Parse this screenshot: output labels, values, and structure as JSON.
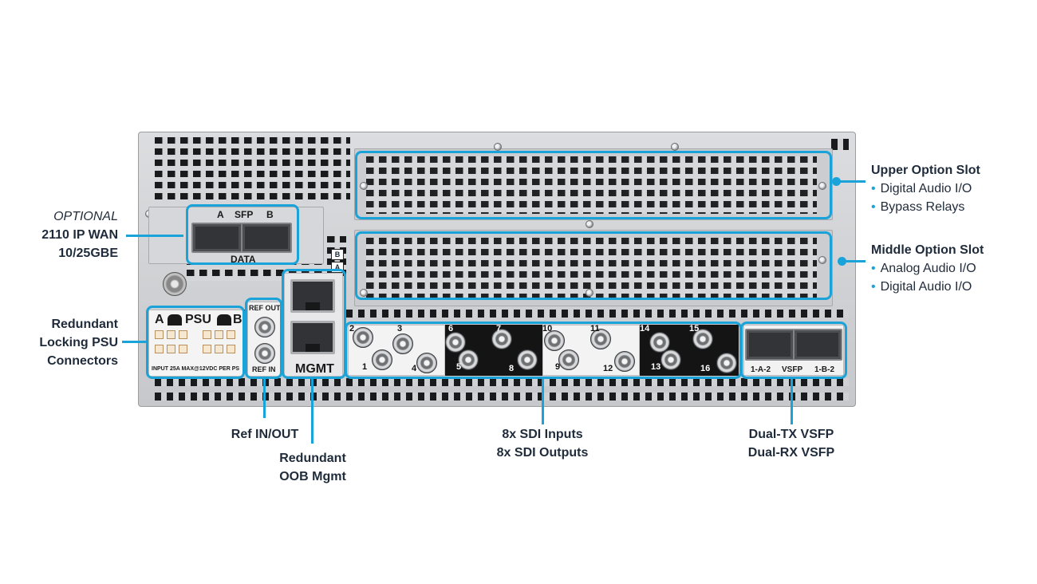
{
  "panel": {
    "sfp": {
      "a": "A",
      "title": "SFP",
      "b": "B",
      "footer": "DATA"
    },
    "psu": {
      "a": "A",
      "title": "PSU",
      "b": "B",
      "rating": "INPUT 25A MAX@12VDC PER PS"
    },
    "ref": {
      "out": "REF OUT",
      "in": "REF IN"
    },
    "mgmt": {
      "label": "MGMT",
      "b": "B",
      "a": "A"
    },
    "sdi_numbers": [
      "1",
      "2",
      "3",
      "4",
      "5",
      "6",
      "7",
      "8",
      "9",
      "10",
      "11",
      "12",
      "13",
      "14",
      "15",
      "16"
    ],
    "vsfp": {
      "left": "1-A-2",
      "title": "VSFP",
      "right": "1-B-2"
    }
  },
  "callouts": {
    "wan": {
      "optional": "OPTIONAL",
      "line1": "2110 IP WAN",
      "line2": "10/25GBE"
    },
    "psu": {
      "line1": "Redundant",
      "line2": "Locking PSU",
      "line3": "Connectors"
    },
    "ref": {
      "line1": "Ref IN/OUT"
    },
    "mgmt": {
      "line1": "Redundant",
      "line2": "OOB Mgmt"
    },
    "sdi": {
      "line1": "8x SDI Inputs",
      "line2": "8x SDI Outputs"
    },
    "vsfp": {
      "line1": "Dual-TX VSFP",
      "line2": "Dual-RX VSFP"
    },
    "upper": {
      "title": "Upper Option Slot",
      "items": [
        "Digital Audio I/O",
        "Bypass Relays"
      ]
    },
    "middle": {
      "title": "Middle Option Slot",
      "items": [
        "Analog Audio I/O",
        "Digital Audio I/O"
      ]
    }
  },
  "colors": {
    "accent": "#1aa3d9",
    "text": "#1f2b3a"
  }
}
